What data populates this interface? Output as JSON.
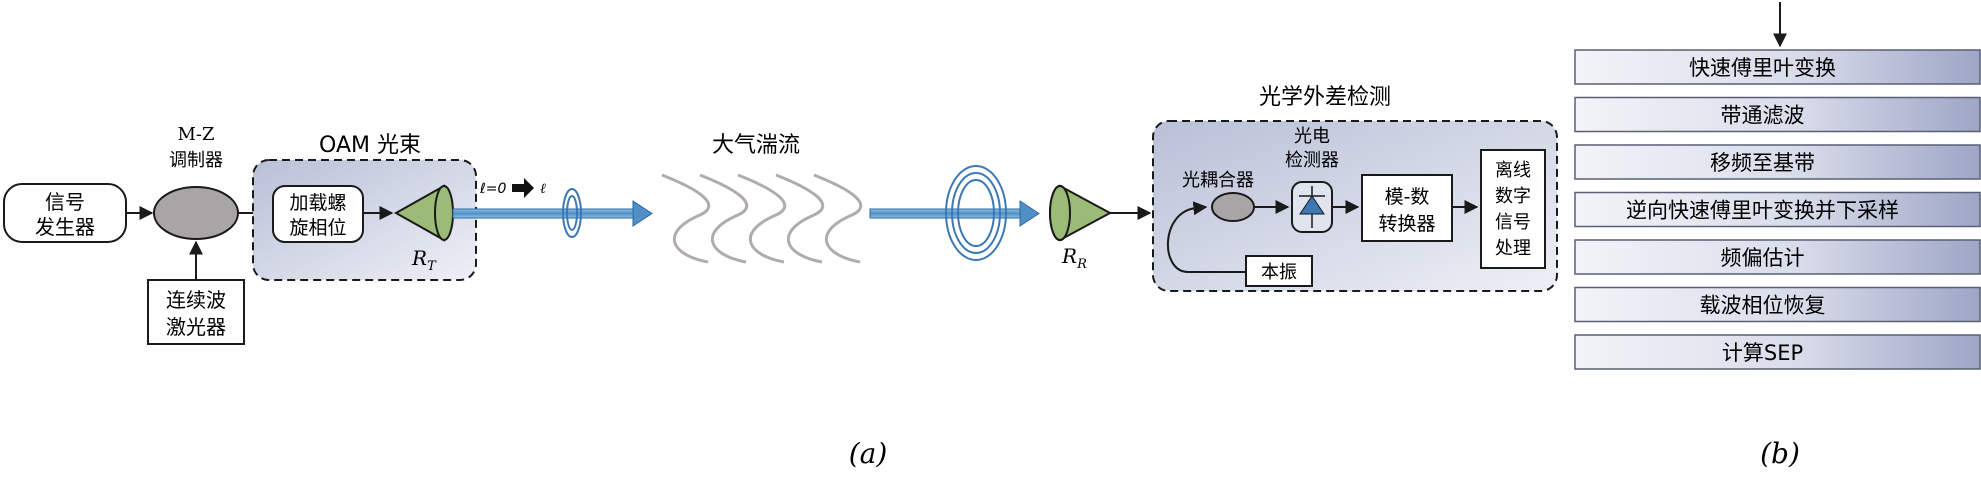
{
  "panel_a": {
    "signal_generator": [
      "信号",
      "发生器"
    ],
    "mz_modulator": [
      "M-Z",
      "调制器"
    ],
    "cw_laser": [
      "连续波",
      "激光器"
    ],
    "oam_beam_title": "OAM 光束",
    "phase_loading": [
      "加载螺",
      "旋相位"
    ],
    "tx_label": "R",
    "tx_sub": "T",
    "mode_conversion": "ℓ=0",
    "mode_target": "ℓ",
    "turbulence": "大气湍流",
    "rx_label": "R",
    "rx_sub": "R",
    "heterodyne_title": "光学外差检测",
    "coupler": "光耦合器",
    "photodetector": [
      "光电",
      "检测器"
    ],
    "adc": [
      "模-数",
      "转换器"
    ],
    "offline_dsp": [
      "离线",
      "数字",
      "信号",
      "处理"
    ],
    "local_oscillator": "本振",
    "caption": "(a)"
  },
  "panel_b": {
    "steps": [
      "快速傅里叶变换",
      "带通滤波",
      "移频至基带",
      "逆向快速傅里叶变换并下采样",
      "频偏估计",
      "载波相位恢复",
      "计算SEP"
    ],
    "caption": "(b)"
  },
  "colors": {
    "stroke": "#1a1a1a",
    "lens_green": "#9bbb76",
    "ellipse_gray": "#a9a5a6",
    "beam_blue": "#4f8fc6",
    "ring_blue": "#3c78b5",
    "turbulence_gray": "#b0acac"
  }
}
